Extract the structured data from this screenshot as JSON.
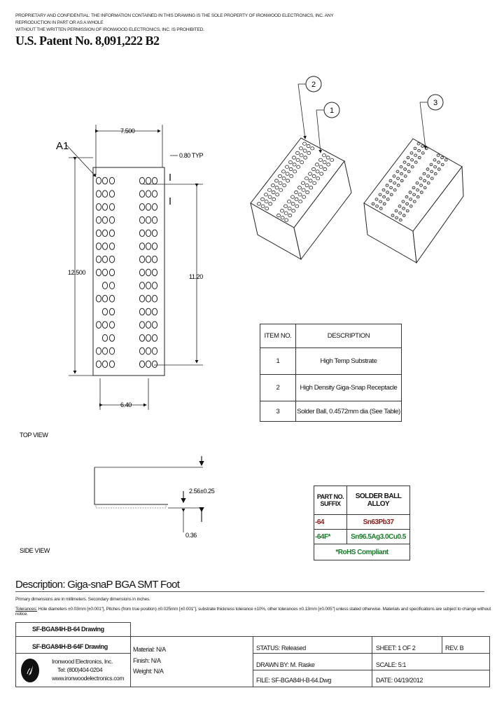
{
  "header": {
    "notice_line1": "PROPRIETARY AND CONFIDENTIAL: THE INFORMATION CONTAINED IN THIS DRAWING IS THE SOLE PROPERTY OF IRONWOOD ELECTRONICS, INC. ANY REPRODUCTION IN PART OR AS A WHOLE",
    "notice_line2": "WITHOUT THE WRITTEN PERMISSION OF IRONWOOD ELECTRONICS, INC. IS PROHIBITED.",
    "patent": "U.S. Patent No. 8,091,222 B2"
  },
  "top_view": {
    "label": "TOP VIEW",
    "a1": "A1",
    "dim_width": "7.500",
    "dim_pitch": "0.80 TYP",
    "dim_height": "12.500",
    "dim_row_span": "11.20",
    "dim_col_span": "6.40"
  },
  "side_view": {
    "label": "SIDE VIEW",
    "dim_height": "2.56±0.25",
    "dim_ball": "0.36"
  },
  "balloons": [
    "1",
    "2",
    "3"
  ],
  "item_table": {
    "headers": [
      "ITEM NO.",
      "DESCRIPTION"
    ],
    "rows": [
      [
        "1",
        "High Temp Substrate"
      ],
      [
        "2",
        "High Density Giga-Snap Receptacle"
      ],
      [
        "3",
        "Solder Ball, 0.4572mm dia (See Table)"
      ]
    ]
  },
  "alloy_table": {
    "headers": [
      "PART NO. SUFFIX",
      "SOLDER BALL ALLOY"
    ],
    "rows": [
      [
        "-64",
        "Sn63Pb37"
      ],
      [
        "-64F*",
        "Sn96.5Ag3.0Cu0.5"
      ]
    ],
    "footnote": "*RoHS Compliant",
    "colors": {
      "leaded": "#8b1a1a",
      "rohs": "#1a7a2a"
    }
  },
  "description": {
    "title": "Description: Giga-snaP BGA SMT Foot",
    "note1": "Primary dimensions are in millimeters. Secondary dimensions in inches.",
    "note2_label": "Tolerances:",
    "note2": " Hole diameters ±0.03mm [±0.001\"], Pitches (from true position) ±0.025mm [±0.001\"], substrate thickness tolerance ±10%, other tolerances ±0.13mm [±0.005\"] unless stated otherwise. Materials and specifications are subject to change without notice."
  },
  "title_block": {
    "drawing1": "SF-BGA84H-B-64 Drawing",
    "drawing2": "SF-BGA84H-B-64F Drawing",
    "company": "Ironwood Electronics, Inc.",
    "tel": "Tel: (800)404-0204",
    "web": "www.ironwoodelectronics.com",
    "material": "Material: N/A",
    "finish": "Finish: N/A",
    "weight": "Weight: N/A",
    "status": "STATUS: Released",
    "drawn_by": "DRAWN BY: M. Raske",
    "file": "FILE: SF-BGA84H-B-64.Dwg",
    "sheet": "SHEET: 1 OF 2",
    "scale": "SCALE: 5:1",
    "date": "DATE: 04/19/2012",
    "rev": "REV. B"
  }
}
